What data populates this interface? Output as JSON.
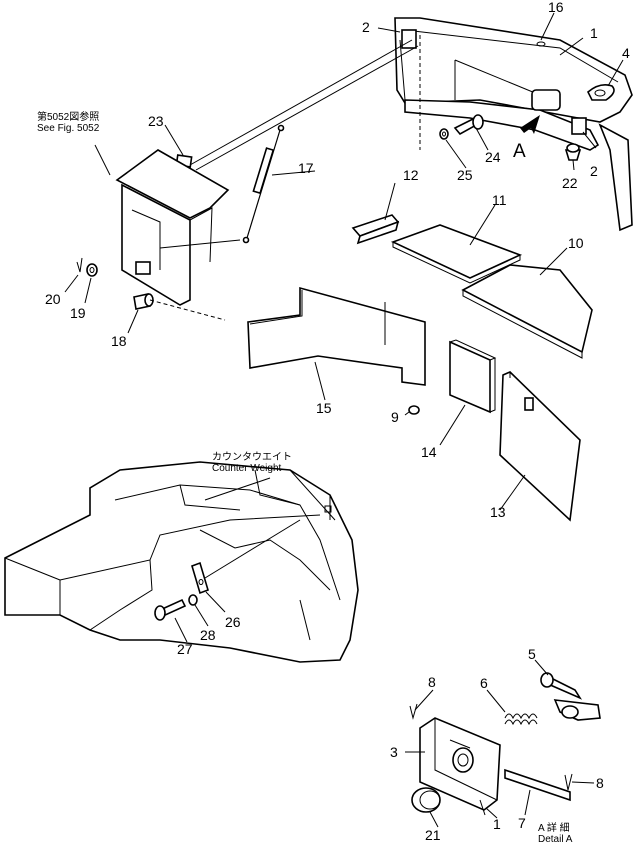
{
  "callouts": {
    "c1_top": "1",
    "c2_top_left": "2",
    "c2_right": "2",
    "c3": "3",
    "c4": "4",
    "c5": "5",
    "c6": "6",
    "c7": "7",
    "c8_left": "8",
    "c8_right": "8",
    "c9": "9",
    "c10": "10",
    "c11": "11",
    "c12": "12",
    "c13": "13",
    "c14": "14",
    "c15": "15",
    "c16": "16",
    "c17": "17",
    "c18": "18",
    "c19": "19",
    "c20": "20",
    "c21": "21",
    "c22": "22",
    "c23": "23",
    "c24": "24",
    "c25": "25",
    "c26": "26",
    "c27": "27",
    "c28": "28",
    "c1_detail": "1"
  },
  "labels": {
    "see_fig_jp": "第5052図参照",
    "see_fig_en": "See Fig. 5052",
    "counter_weight_jp": "カウンタウエイト",
    "counter_weight_en": "Counter Weight",
    "arrow_a": "A",
    "detail_a_jp": "A 詳 細",
    "detail_a_en": "Detail A"
  }
}
